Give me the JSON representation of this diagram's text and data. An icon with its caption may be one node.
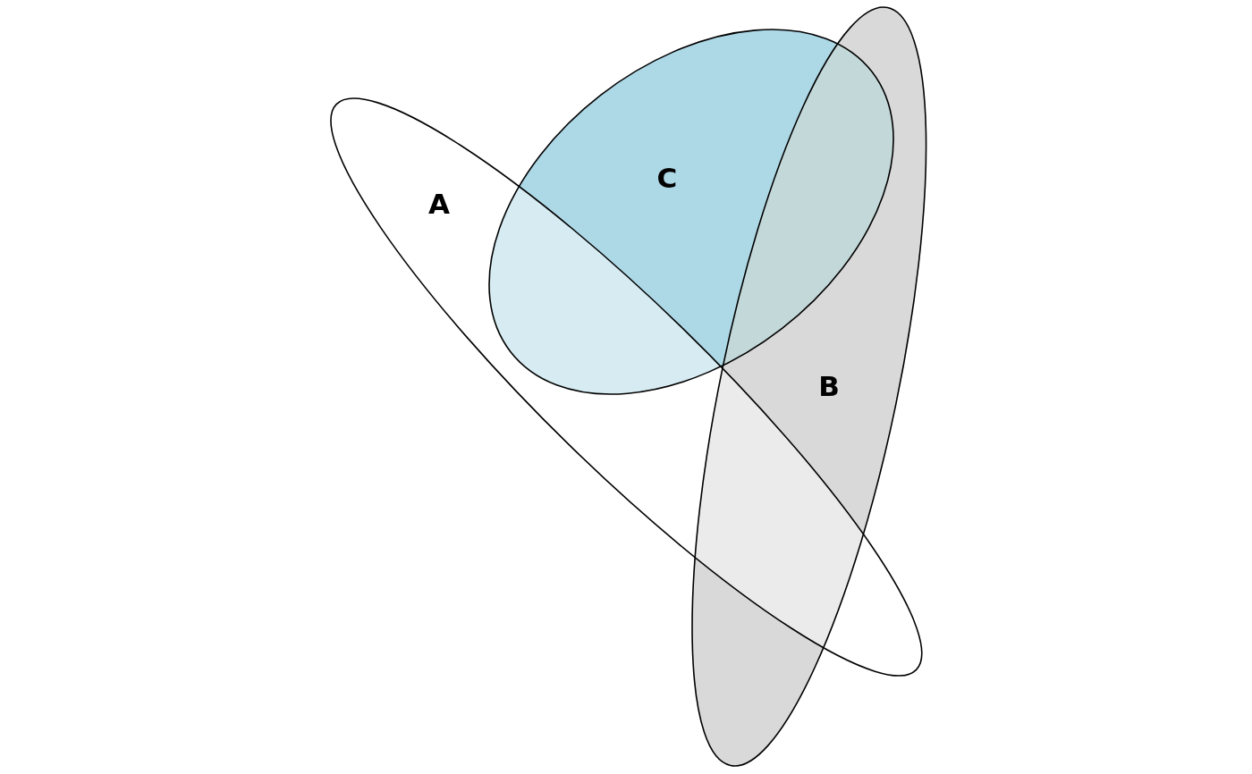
{
  "diagram": {
    "nodes": [
      {
        "text": [
          "A"
        ]
      },
      {
        "text": [
          "C"
        ]
      },
      {
        "text": [
          "B"
        ]
      }
    ]
  }
}
